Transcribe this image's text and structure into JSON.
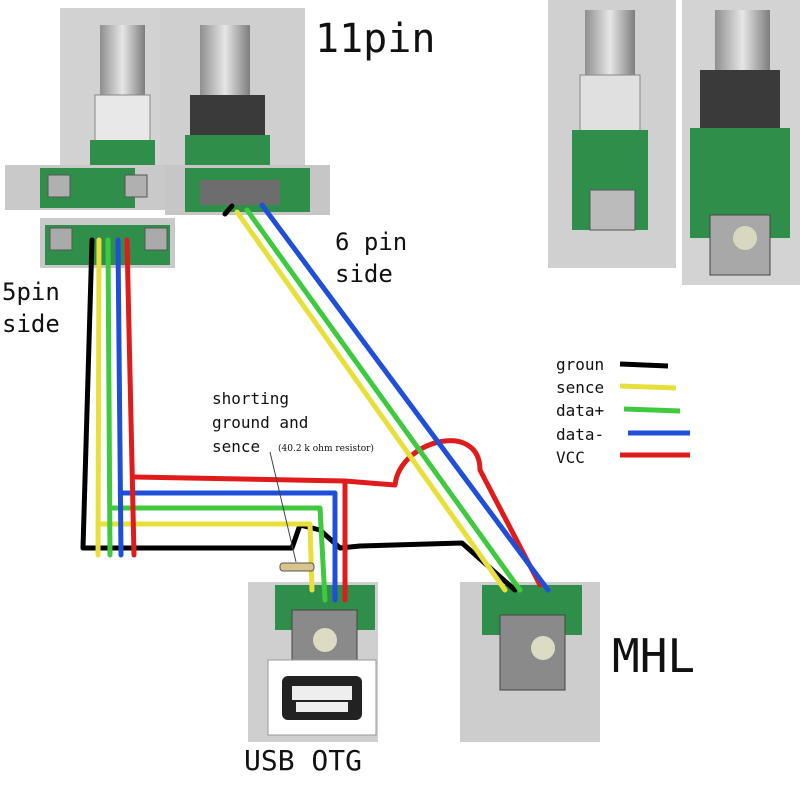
{
  "labels": {
    "pin11": "11pin",
    "six_pin_line1": "6 pin",
    "six_pin_line2": "side",
    "five_pin_line1": "5pin",
    "five_pin_line2": "side",
    "shorting_line1": "shorting",
    "shorting_line2": "ground and",
    "shorting_line3": "sence",
    "resistor": "(40.2 k ohm resistor)",
    "mhl": "MHL",
    "usb_otg": "USB OTG"
  },
  "legend": [
    {
      "label": "groun",
      "color": "#000000"
    },
    {
      "label": "sence",
      "color": "#e8e03a"
    },
    {
      "label": "data+",
      "color": "#3ec93e"
    },
    {
      "label": "data-",
      "color": "#1f4fd8"
    },
    {
      "label": "VCC",
      "color": "#e01b1b"
    }
  ],
  "colors": {
    "ground": "#000000",
    "sense": "#e8e03a",
    "data_plus": "#3ec93e",
    "data_minus": "#1f4fd8",
    "vcc": "#e01b1b",
    "pcb": "#2f8f4a",
    "photo_bg": "#d4d4d4"
  }
}
